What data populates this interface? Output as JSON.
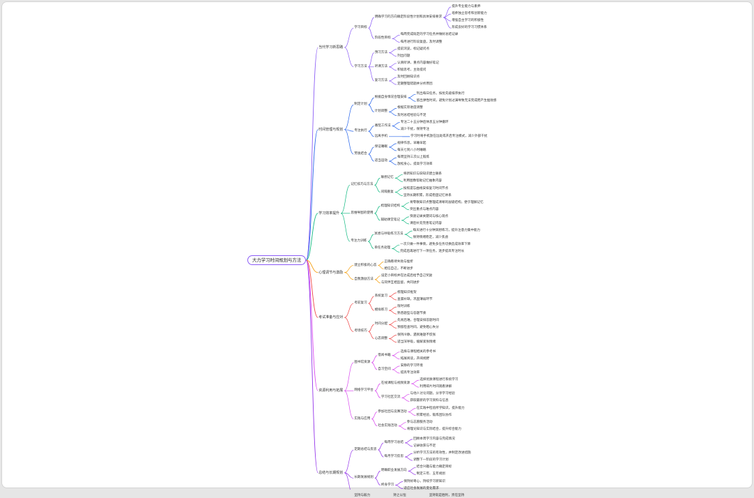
{
  "map": {
    "root": "大力学习时间规划与方法",
    "branches": [
      {
        "label": "当代学习新思路",
        "color": "#8b5cf6",
        "children": [
          {
            "label": "学习目标",
            "children": [
              {
                "label": "明确学习的方向确定阶段性计划和具体安排要求",
                "children": [
                  {
                    "label": "提升专业能力与素养"
                  },
                  {
                    "label": "培养独立思考和创新能力"
                  },
                  {
                    "label": "增强自主学习的积极性"
                  },
                  {
                    "label": "形成良好的学习习惯体系"
                  }
                ]
              },
              {
                "label": "阶段性目标",
                "children": [
                  {
                    "label": "每周完成既定的学习任务并做好总结记录"
                  },
                  {
                    "label": "每月进行阶段复盘，及时调整"
                  }
                ]
              }
            ]
          },
          {
            "label": "学习方法",
            "children": [
              {
                "label": "预习方法",
                "children": [
                  {
                    "label": "提前浏览，标记疑问点"
                  },
                  {
                    "label": "列出问题"
                  }
                ]
              },
              {
                "label": "听课方法",
                "children": [
                  {
                    "label": "认真听讲，重点内容做好笔记"
                  },
                  {
                    "label": "积极思考，主动提问"
                  }
                ]
              },
              {
                "label": "复习方法",
                "children": [
                  {
                    "label": "及时回顾知识点"
                  },
                  {
                    "label": "定期整理错题并分析原因"
                  }
                ]
              }
            ]
          }
        ]
      },
      {
        "label": "时间管理与规划",
        "color": "#2563eb",
        "children": [
          {
            "label": "制定计划",
            "children": [
              {
                "label": "根据自身情况合理安排",
                "children": [
                  {
                    "label": "列出每日任务，按优先级排序执行"
                  },
                  {
                    "label": "留出弹性时间，避免计划过满导致无法完成而产生挫败感"
                  }
                ]
              },
              {
                "label": "计划调整",
                "children": [
                  {
                    "label": "根据实际进度调整"
                  },
                  {
                    "label": "及时总结经验与不足"
                  }
                ]
              }
            ]
          },
          {
            "label": "专注执行",
            "children": [
              {
                "label": "番茄工作法",
                "children": [
                  {
                    "label": "专注二十五分钟后休息五分钟循环"
                  },
                  {
                    "label": "减少干扰，保持专注"
                  }
                ]
              },
              {
                "label": "远离手机",
                "children": [
                  {
                    "label": "学习时将手机放在远处或开启专注模式，减少外部干扰"
                  }
                ]
              }
            ]
          },
          {
            "label": "劳逸结合",
            "children": [
              {
                "label": "保证睡眠",
                "children": [
                  {
                    "label": "规律作息，早睡早起"
                  },
                  {
                    "label": "每天七到八小时睡眠"
                  }
                ]
              },
              {
                "label": "适当运动",
                "children": [
                  {
                    "label": "每周坚持三次以上锻炼"
                  },
                  {
                    "label": "放松身心，提高学习效率"
                  }
                ]
              }
            ]
          }
        ]
      },
      {
        "label": "学习效率提升",
        "color": "#10b981",
        "children": [
          {
            "label": "记忆技巧与方法",
            "children": [
              {
                "label": "联想记忆",
                "children": [
                  {
                    "label": "将新知识与旧知识建立联系"
                  },
                  {
                    "label": "利用图像帮助记忆抽象内容"
                  }
                ]
              },
              {
                "label": "间隔重复",
                "children": [
                  {
                    "label": "按照遗忘曲线安排复习时间节点"
                  },
                  {
                    "label": "坚持长期积累，形成稳固记忆体系"
                  }
                ]
              }
            ]
          },
          {
            "label": "思维导图的使用",
            "children": [
              {
                "label": "梳理知识结构",
                "children": [
                  {
                    "label": "将零散知识点整理成清晰的层级结构，便于理解记忆"
                  },
                  {
                    "label": "突出重点与难点内容"
                  }
                ]
              },
              {
                "label": "辅助课堂笔记",
                "children": [
                  {
                    "label": "快速记录关键词与核心观点"
                  },
                  {
                    "label": "课后补充完善笔记内容"
                  }
                ]
              }
            ]
          },
          {
            "label": "专注力训练",
            "children": [
              {
                "label": "冥想与呼吸练习方法",
                "children": [
                  {
                    "label": "每天进行十分钟冥想练习，提升注意力集中能力"
                  },
                  {
                    "label": "保持情绪稳定，减少焦虑"
                  }
                ]
              },
              {
                "label": "单任务处理",
                "children": [
                  {
                    "label": "一次只做一件事情，避免多任务切换造成效率下降"
                  },
                  {
                    "label": "完成后再进行下一项任务，逐步提高专注时长"
                  }
                ]
              }
            ]
          }
        ]
      },
      {
        "label": "心理调节与激励",
        "color": "#f59e0b",
        "children": [
          {
            "label": "建立积极的心态",
            "children": [
              {
                "label": "正确看待失败与挫折"
              },
              {
                "label": "相信自己，不断进步"
              }
            ]
          },
          {
            "label": "自我激励方法",
            "children": [
              {
                "label": "设定小目标并在达成后给予自己奖励"
              },
              {
                "label": "与同伴互相监督，共同进步"
              }
            ]
          }
        ]
      },
      {
        "label": "考试准备与应对",
        "color": "#ef4444",
        "children": [
          {
            "label": "考前复习",
            "children": [
              {
                "label": "系统复习",
                "children": [
                  {
                    "label": "梳理知识框架"
                  },
                  {
                    "label": "查漏补缺，巩固薄弱环节"
                  }
                ]
              },
              {
                "label": "模拟练习",
                "children": [
                  {
                    "label": "限时训练"
                  },
                  {
                    "label": "熟悉题型与答题节奏"
                  }
                ]
              }
            ]
          },
          {
            "label": "考场技巧",
            "children": [
              {
                "label": "时间分配",
                "children": [
                  {
                    "label": "先易后难，合理安排答题时间"
                  },
                  {
                    "label": "预留检查时间，避免粗心失分"
                  }
                ]
              },
              {
                "label": "心态调整",
                "children": [
                  {
                    "label": "保持冷静，遇到难题不慌张"
                  },
                  {
                    "label": "适当深呼吸，缓解紧张情绪"
                  }
                ]
              }
            ]
          }
        ]
      },
      {
        "label": "资源利用与拓展",
        "color": "#d946ef",
        "children": [
          {
            "label": "图书馆资源",
            "children": [
              {
                "label": "借阅书籍",
                "children": [
                  {
                    "label": "选择与课程相关的参考书"
                  },
                  {
                    "label": "拓展阅读，开阔视野"
                  }
                ]
              },
              {
                "label": "自习空间",
                "children": [
                  {
                    "label": "安静的学习环境"
                  },
                  {
                    "label": "提高专注效率"
                  }
                ]
              }
            ]
          },
          {
            "label": "网络学习平台",
            "children": [
              {
                "label": "在线课程与视频资源",
                "children": [
                  {
                    "label": "选择优质课程进行系统学习"
                  },
                  {
                    "label": "利用碎片时间观看讲解"
                  }
                ]
              },
              {
                "label": "学习社区交流",
                "children": [
                  {
                    "label": "与他人讨论问题，分享学习经验"
                  },
                  {
                    "label": "获取最新的学习资料与信息"
                  }
                ]
              }
            ]
          },
          {
            "label": "实践与应用",
            "children": [
              {
                "label": "参加社团与竞赛活动",
                "children": [
                  {
                    "label": "在实践中检验所学知识，提升能力"
                  },
                  {
                    "label": "积累经验，锻炼团队协作"
                  }
                ]
              },
              {
                "label": "社会实践活动",
                "children": [
                  {
                    "label": "参与志愿服务活动"
                  },
                  {
                    "label": "将理论知识与实际结合，提升综合能力"
                  }
                ]
              }
            ]
          }
        ]
      },
      {
        "label": "总结与长期规划",
        "color": "#9333ea",
        "children": [
          {
            "label": "定期总结与反思",
            "children": [
              {
                "label": "每周学习总结",
                "children": [
                  {
                    "label": "回顾本周学习内容与完成情况"
                  },
                  {
                    "label": "记录收获与不足"
                  }
                ]
              },
              {
                "label": "每月学习反思",
                "children": [
                  {
                    "label": "分析学习方法的有效性，并制定改进措施"
                  },
                  {
                    "label": "调整下一阶段的学习计划"
                  }
                ]
              }
            ]
          },
          {
            "label": "长期发展规划",
            "children": [
              {
                "label": "明确职业发展方向",
                "children": [
                  {
                    "label": "结合兴趣与能力确定目标"
                  },
                  {
                    "label": "制定三年、五年规划"
                  }
                ]
              },
              {
                "label": "终身学习",
                "children": [
                  {
                    "label": "保持好奇心，持续学习新知识"
                  },
                  {
                    "label": "适应社会发展的变化需求"
                  }
                ]
              }
            ]
          },
          {
            "label": "坚持与毅力",
            "children": [
              {
                "label": "持之以恒",
                "children": [
                  {
                    "label": "坚持就是胜利，贵在坚持"
                  }
                ]
              }
            ]
          }
        ]
      }
    ]
  }
}
